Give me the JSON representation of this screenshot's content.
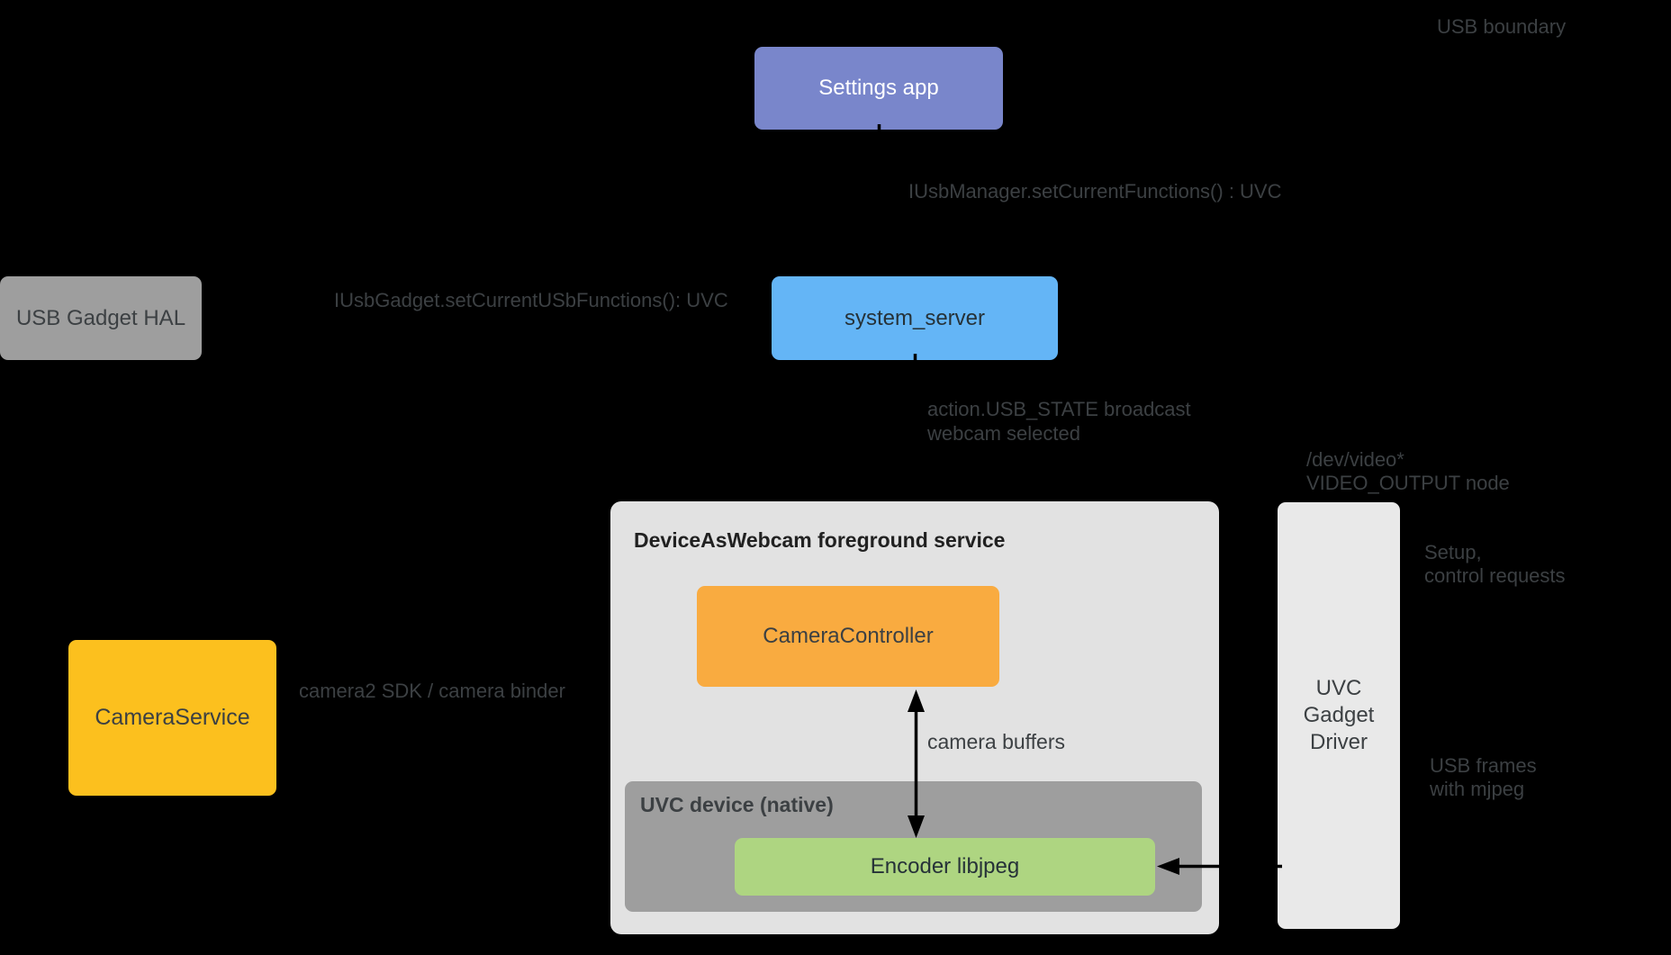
{
  "annotations": {
    "usb_boundary": "USB boundary",
    "iusb_manager": "IUsbManager.setCurrentFunctions() : UVC",
    "iusb_gadget": "IUsbGadget.setCurrentUSbFunctions(): UVC",
    "usb_state": "action.USB_STATE broadcast\nwebcam selected",
    "camera2_sdk": "camera2 SDK / camera binder",
    "dev_video": "/dev/video*\nVIDEO_OUTPUT node",
    "setup_control": "Setup,\ncontrol requests",
    "camera_buffers": "camera buffers",
    "usb_frames": "USB frames\nwith mjpeg"
  },
  "nodes": {
    "settings_app": {
      "label": "Settings app",
      "bg": "#7986CB",
      "text_color": "#FFFFFF"
    },
    "system_server": {
      "label": "system_server",
      "bg": "#64B5F6",
      "text_color": "#263238"
    },
    "usb_gadget_hal": {
      "label": "USB Gadget HAL",
      "bg": "#9E9E9E",
      "text_color": "#3C4043"
    },
    "camera_service": {
      "label": "CameraService",
      "bg": "#FCC01E",
      "text_color": "#3C4043"
    },
    "daw_service": {
      "label": "DeviceAsWebcam foreground service",
      "bg": "#E2E2E2",
      "text_color": "#212121"
    },
    "camera_controller": {
      "label": "CameraController",
      "bg": "#F9AB40",
      "text_color": "#3C4043"
    },
    "uvc_device": {
      "label": "UVC device (native)",
      "bg": "#9E9E9E",
      "text_color": "#3C4043"
    },
    "encoder": {
      "label": "Encoder libjpeg",
      "bg": "#AED581",
      "text_color": "#263238"
    },
    "uvc_gadget_driver": {
      "label": "UVC\nGadget\nDriver",
      "bg": "#E9E9E9",
      "text_color": "#3C4043"
    }
  },
  "arrow_color": "#000000",
  "background_color": "#000000"
}
